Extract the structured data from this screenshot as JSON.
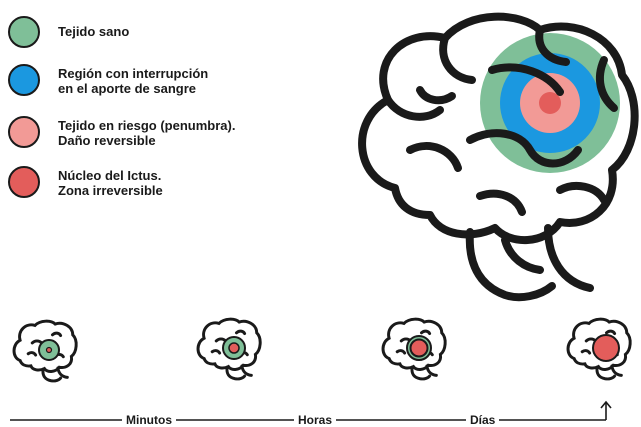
{
  "legend": [
    {
      "lines": [
        "Tejido sano"
      ],
      "color": "#7fbf98"
    },
    {
      "lines": [
        "Región con interrupción",
        "en el aporte de sangre"
      ],
      "color": "#1b98e0"
    },
    {
      "lines": [
        "Tejido en riesgo (penumbra).",
        "Daño reversible"
      ],
      "color": "#f29a96"
    },
    {
      "lines": [
        "Núcleo del Ictus.",
        "Zona irreversible"
      ],
      "color": "#e35d5b"
    }
  ],
  "timeline": {
    "labels": [
      "Minutos",
      "Horas",
      "Días"
    ]
  },
  "colors": {
    "outline": "#1a1a1a",
    "healthy": "#7fbf98",
    "interruption": "#1b98e0",
    "penumbra": "#f29a96",
    "core": "#e35d5b"
  }
}
